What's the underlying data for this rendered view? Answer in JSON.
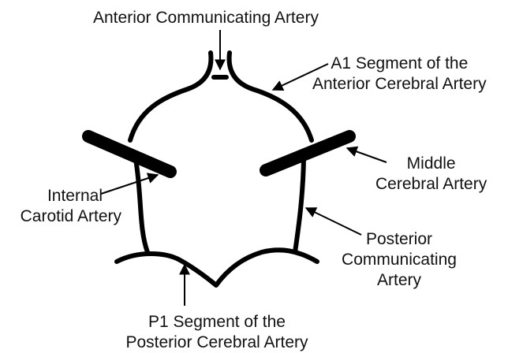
{
  "colors": {
    "background": "#ffffff",
    "vessel": "#000000",
    "text": "#111111"
  },
  "labels": {
    "acom": "Anterior Communicating Artery",
    "a1_line1": "A1 Segment of the",
    "a1_line2": "Anterior Cerebral Artery",
    "mca_line1": "Middle",
    "mca_line2": "Cerebral Artery",
    "ica_line1": "Internal",
    "ica_line2": "Carotid Artery",
    "pcom_line1": "Posterior",
    "pcom_line2": "Communicating",
    "pcom_line3": "Artery",
    "p1_line1": "P1 Segment of the",
    "p1_line2": "Posterior Cerebral Artery"
  }
}
